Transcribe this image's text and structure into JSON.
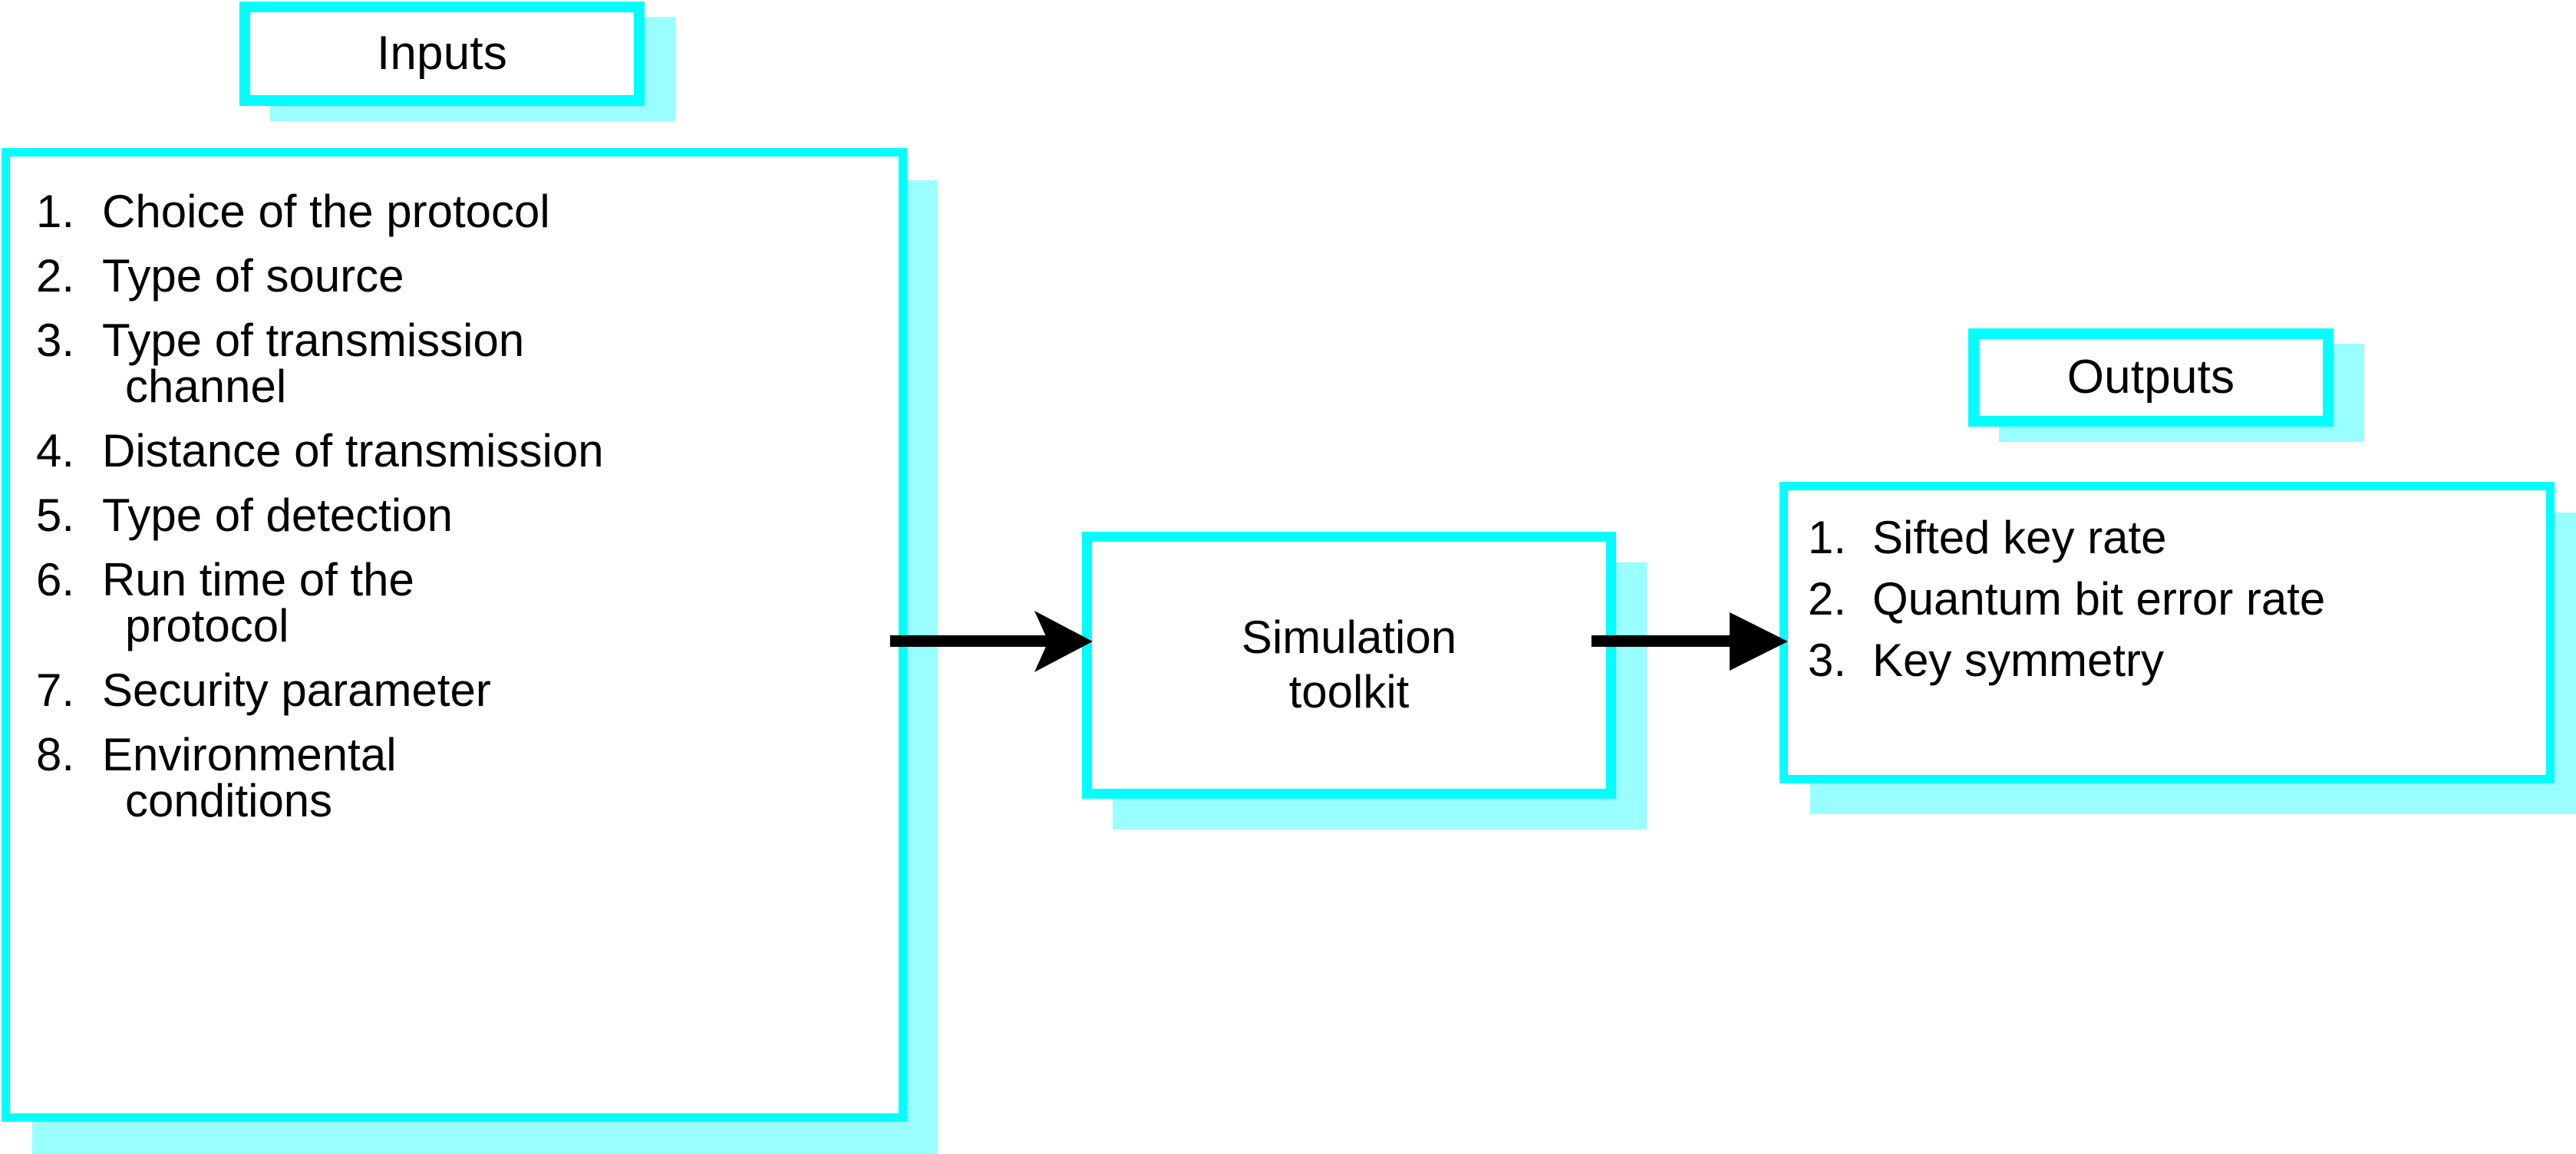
{
  "diagram": {
    "title": "Simulation toolkit input/output block diagram",
    "colors": {
      "border": "#00FFFF",
      "shadow": "#99FFFF",
      "background": "#FFFFFF",
      "text": "#000000",
      "arrow": "#000000"
    }
  },
  "inputs": {
    "heading": "Inputs",
    "items": [
      {
        "num": "1.",
        "text": "Choice of the protocol",
        "cont": ""
      },
      {
        "num": "2.",
        "text": "Type of source",
        "cont": ""
      },
      {
        "num": "3.",
        "text": "Type of transmission",
        "cont": "channel"
      },
      {
        "num": "4.",
        "text": "Distance of transmission",
        "cont": ""
      },
      {
        "num": "5.",
        "text": "Type of detection",
        "cont": ""
      },
      {
        "num": "6.",
        "text": "Run time of the",
        "cont": "protocol"
      },
      {
        "num": "7.",
        "text": "Security parameter",
        "cont": ""
      },
      {
        "num": "8.",
        "text": "Environmental",
        "cont": "conditions"
      }
    ]
  },
  "process": {
    "label": "Simulation\ntoolkit"
  },
  "outputs": {
    "heading": "Outputs",
    "items": [
      {
        "num": "1.",
        "text": "Sifted key rate"
      },
      {
        "num": "2.",
        "text": "Quantum bit error rate"
      },
      {
        "num": "3.",
        "text": "Key symmetry"
      }
    ]
  },
  "arrows": [
    {
      "name": "inputs-to-simulation",
      "from": "inputs",
      "to": "process",
      "direction": "right",
      "head": "stealth"
    },
    {
      "name": "simulation-to-outputs",
      "from": "process",
      "to": "outputs",
      "direction": "right",
      "head": "triangle"
    }
  ]
}
